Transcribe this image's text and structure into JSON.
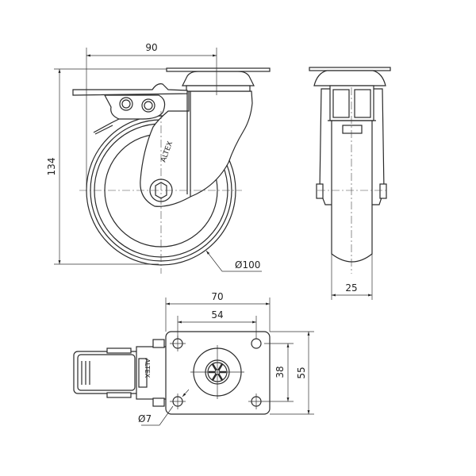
{
  "title": "Swivel caster with brake - dimension drawing",
  "colors": {
    "line": "#2a2a2a",
    "background": "#ffffff"
  },
  "side_view": {
    "dim_offset": "90",
    "dim_height": "134",
    "dim_wheel_diameter": "Ø100"
  },
  "front_view": {
    "dim_wheel_width": "25"
  },
  "top_view": {
    "dim_plate_width": "70",
    "dim_hole_spacing_x": "54",
    "dim_hole_spacing_y": "38",
    "dim_plate_height": "55",
    "dim_hole_diameter": "Ø7",
    "logo_text": "ALTEX"
  }
}
